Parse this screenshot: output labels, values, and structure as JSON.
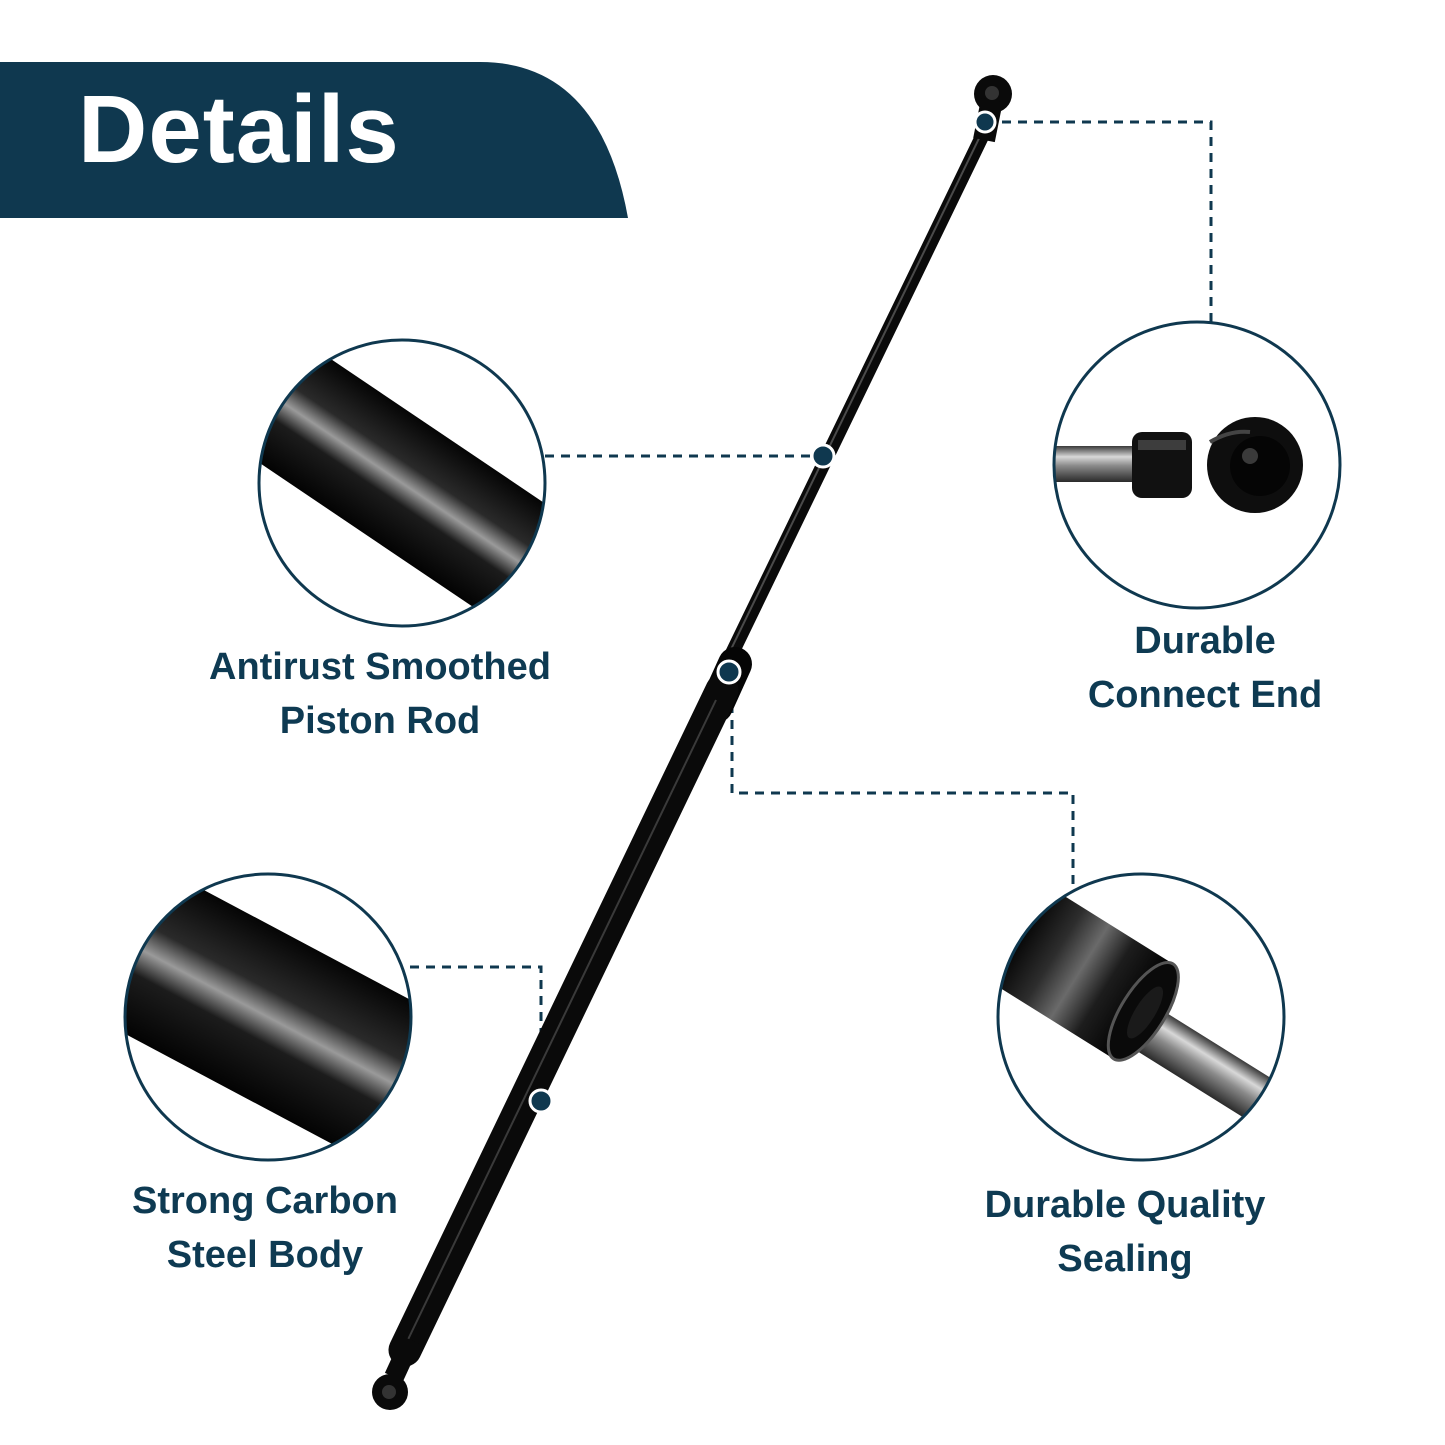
{
  "header": {
    "title": "Details"
  },
  "colors": {
    "brand": "#0f384f",
    "text": "#0e3a52",
    "product": "#0a0a0a"
  },
  "callouts": [
    {
      "id": "piston-rod",
      "line1": "Antirust Smoothed",
      "line2": "Piston Rod",
      "icon": "piston-rod-closeup"
    },
    {
      "id": "connect-end",
      "line1": "Durable",
      "line2": "Connect End",
      "icon": "end-fitting-closeup"
    },
    {
      "id": "body",
      "line1": "Strong Carbon",
      "line2": "Steel Body",
      "icon": "cylinder-body-closeup"
    },
    {
      "id": "sealing",
      "line1": "Durable Quality",
      "line2": "Sealing",
      "icon": "seal-closeup"
    }
  ]
}
